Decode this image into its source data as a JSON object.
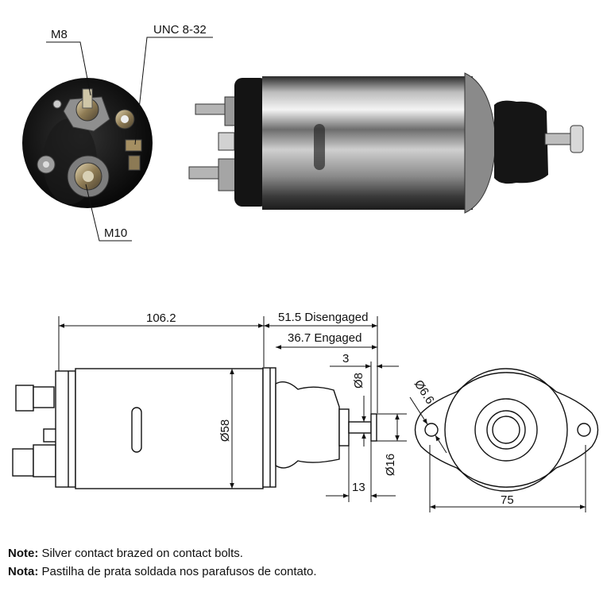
{
  "photo_labels": {
    "m8": "M8",
    "unc": "UNC 8-32",
    "m10": "M10"
  },
  "dimensions": {
    "length": "106.2",
    "disengaged": "51.5 Disengaged",
    "engaged": "36.7 Engaged",
    "plunger_head": "3",
    "plunger_shaft_dia": "Ø8",
    "body_dia": "Ø58",
    "plunger_head_dia": "Ø16",
    "plunger_extension": "13",
    "hole_dia": "Ø6.6",
    "flange_width": "75"
  },
  "notes": [
    {
      "label": "Note:",
      "text": " Silver contact brazed on contact bolts."
    },
    {
      "label": "Nota:",
      "text": " Pastilha de prata soldada nos parafusos de contato."
    }
  ]
}
